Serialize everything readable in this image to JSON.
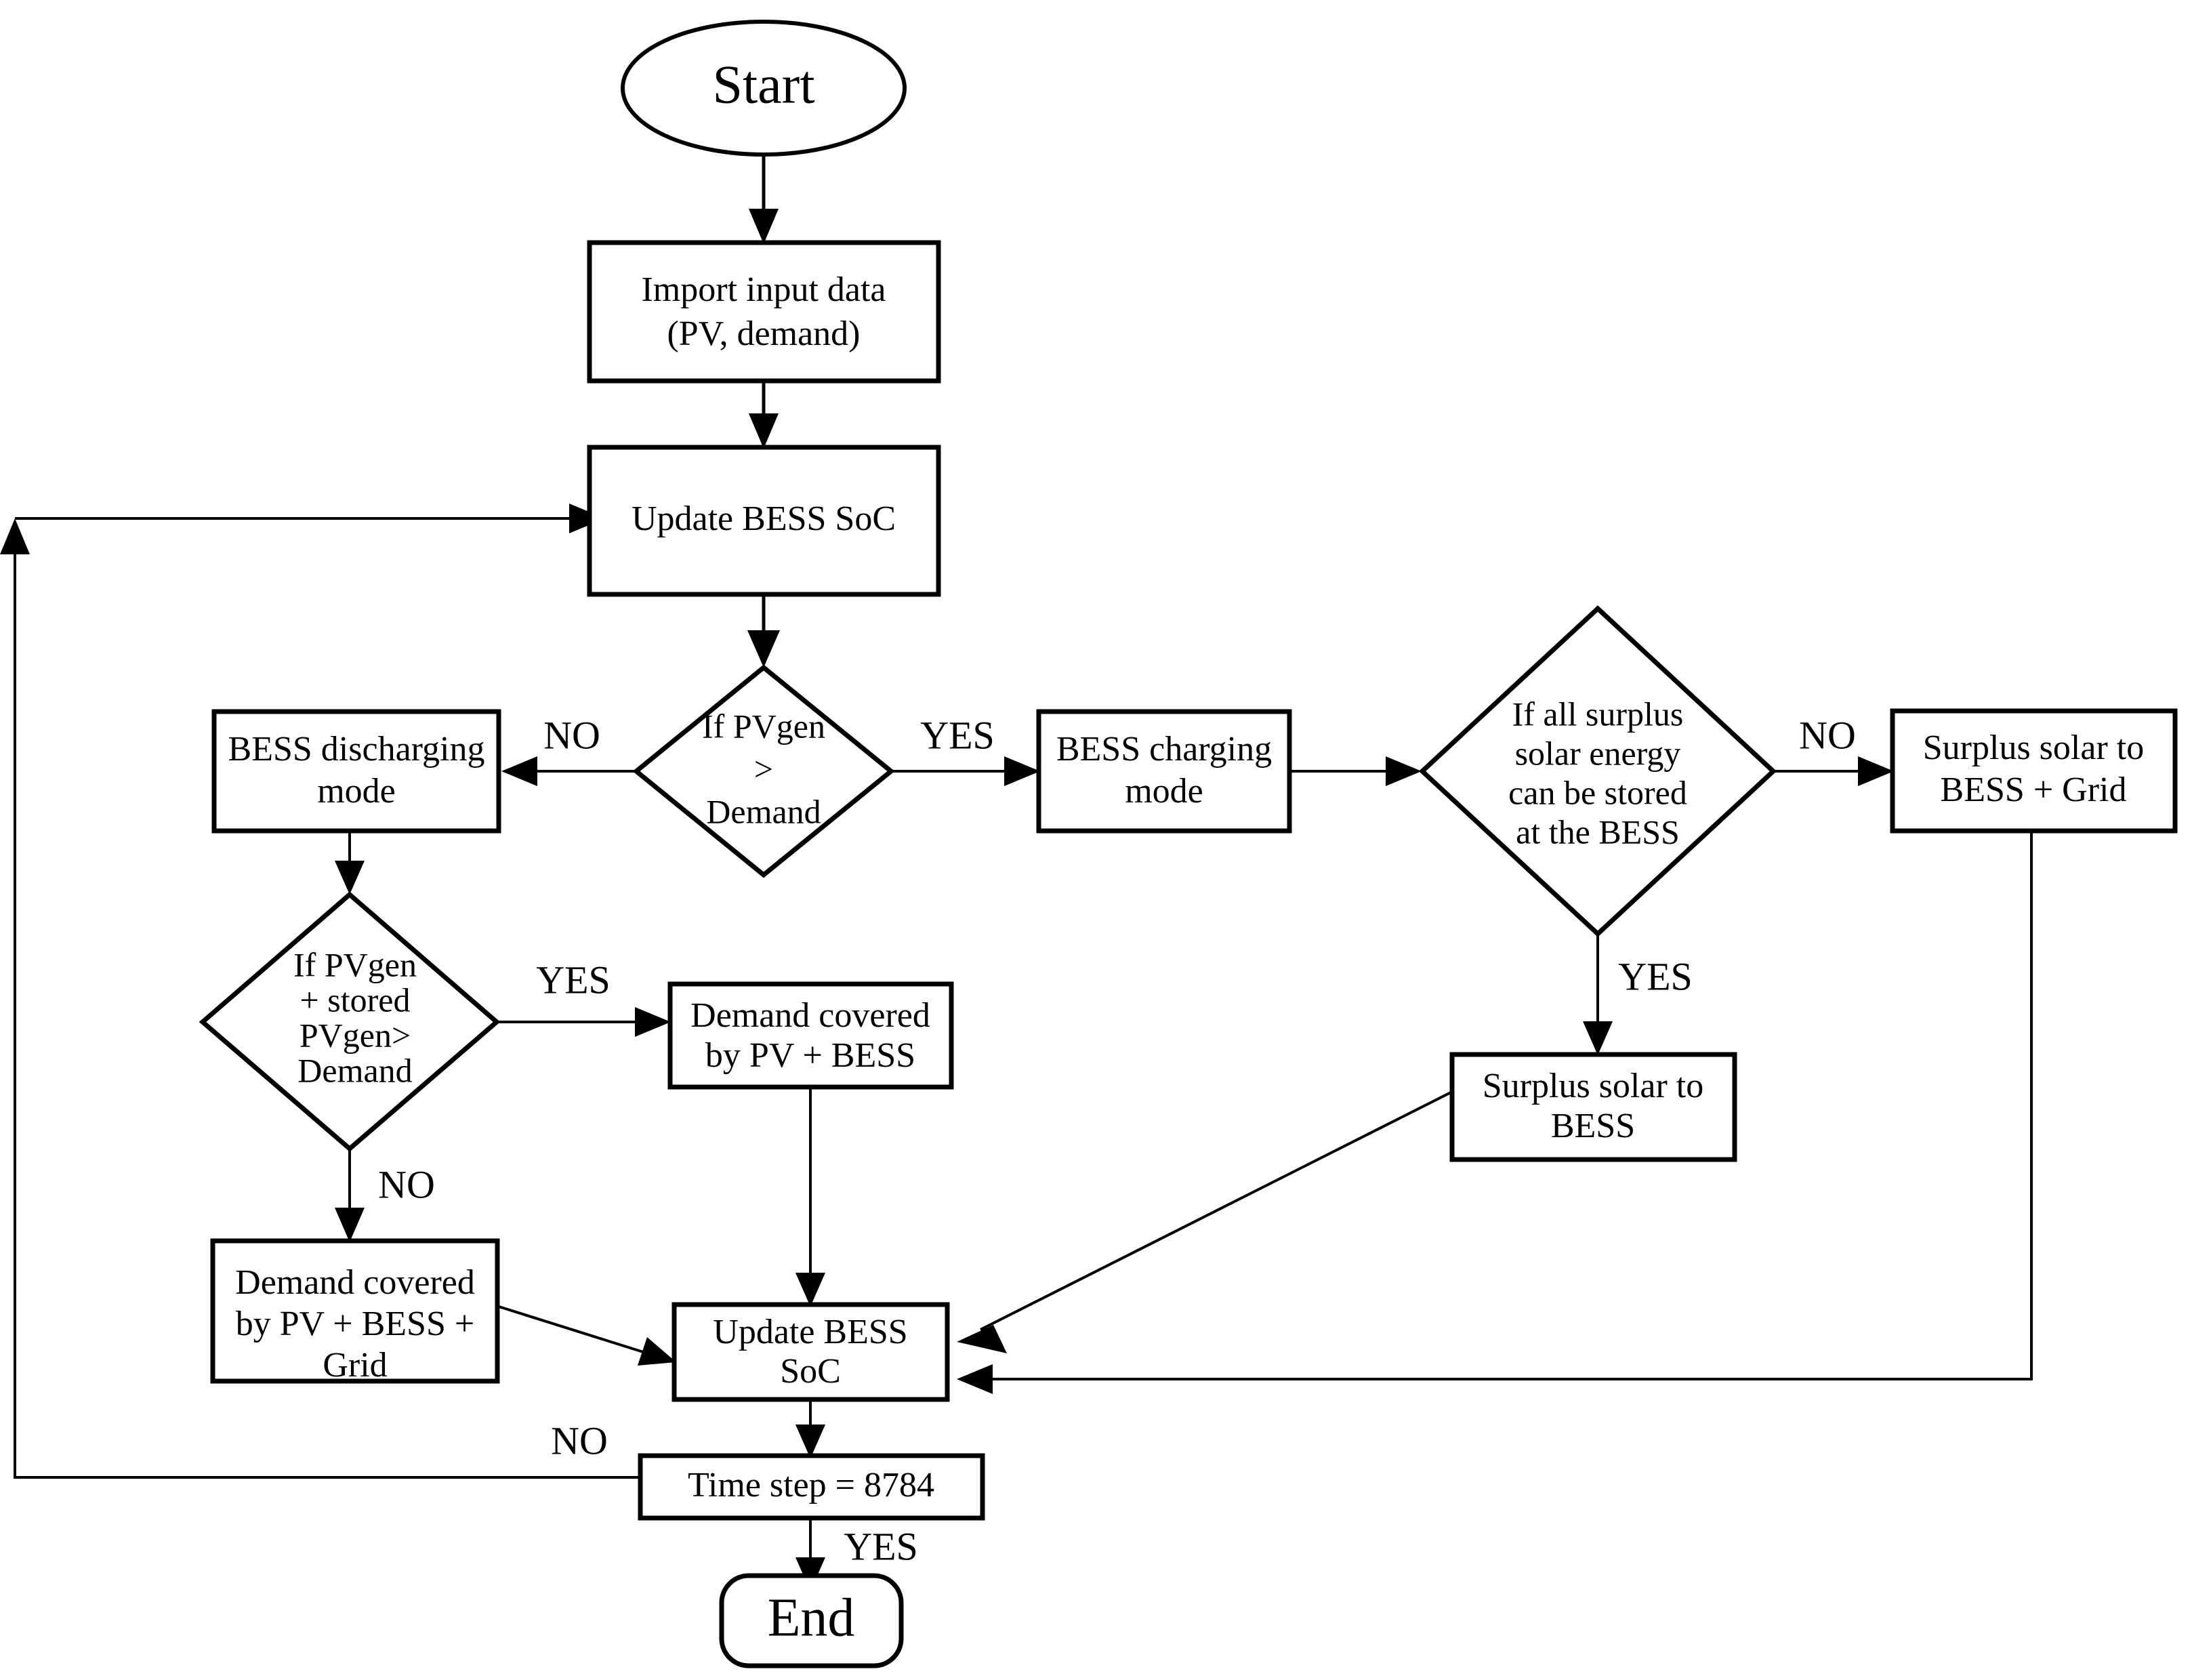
{
  "diagram": {
    "title": "BESS / PV energy dispatch simulation flowchart",
    "type": "flowchart",
    "background_color": "#ffffff",
    "line_color": "#000000"
  },
  "nodes": {
    "start": {
      "label": "Start",
      "shape": "ellipse"
    },
    "import_input": {
      "line1": "Import input data",
      "line2": "(PV, demand)",
      "shape": "process"
    },
    "update_soc_top": {
      "line1": "Update BESS SoC",
      "shape": "process"
    },
    "decision_pv_gt_demand": {
      "line1": "If PVgen",
      "line2": ">",
      "line3": "Demand",
      "shape": "decision"
    },
    "bess_discharging": {
      "line1": "BESS discharging",
      "line2": "mode",
      "shape": "process"
    },
    "bess_charging": {
      "line1": "BESS charging",
      "line2": "mode",
      "shape": "process"
    },
    "decision_pv_stored": {
      "line1": "If PVgen",
      "line2": "+ stored",
      "line3": "PVgen>",
      "line4": "Demand",
      "shape": "decision"
    },
    "decision_surplus_stored": {
      "line1": "If all surplus",
      "line2": "solar energy",
      "line3": "can be stored",
      "line4": "at the BESS",
      "shape": "decision"
    },
    "surplus_bess_grid": {
      "line1": "Surplus solar to",
      "line2": "BESS + Grid",
      "shape": "process"
    },
    "surplus_bess": {
      "line1": "Surplus solar to",
      "line2": "BESS",
      "shape": "process"
    },
    "demand_pv_bess": {
      "line1": "Demand covered",
      "line2": "by PV + BESS",
      "shape": "process"
    },
    "demand_pv_bess_grid": {
      "line1": "Demand covered",
      "line2": "by PV + BESS +",
      "line3": "Grid",
      "shape": "process"
    },
    "update_soc_bottom": {
      "line1": "Update BESS",
      "line2": "SoC",
      "shape": "process"
    },
    "time_step": {
      "line1": "Time step = 8784",
      "shape": "process"
    },
    "end": {
      "label": "End",
      "shape": "terminator"
    }
  },
  "edge_labels": {
    "pv_gt_demand_no": "NO",
    "pv_gt_demand_yes": "YES",
    "pv_stored_yes": "YES",
    "pv_stored_no": "NO",
    "surplus_no": "NO",
    "surplus_yes": "YES",
    "time_step_no": "NO",
    "time_step_yes": "YES"
  },
  "chart_data": {
    "type": "table",
    "title": "BESS / PV energy dispatch simulation flowchart",
    "categories": [
      "node",
      "text",
      "shape"
    ],
    "values": [
      [
        "start",
        "Start",
        "ellipse"
      ],
      [
        "import_input",
        "Import input data (PV, demand)",
        "process"
      ],
      [
        "update_soc_top",
        "Update BESS SoC",
        "process"
      ],
      [
        "decision_pv_gt_demand",
        "If PVgen > Demand",
        "decision"
      ],
      [
        "bess_discharging",
        "BESS discharging mode",
        "process"
      ],
      [
        "bess_charging",
        "BESS charging mode",
        "process"
      ],
      [
        "decision_pv_stored",
        "If PVgen + stored PVgen> Demand",
        "decision"
      ],
      [
        "decision_surplus_stored",
        "If all surplus solar energy can be stored at the BESS",
        "decision"
      ],
      [
        "surplus_bess_grid",
        "Surplus solar to BESS + Grid",
        "process"
      ],
      [
        "surplus_bess",
        "Surplus solar to BESS",
        "process"
      ],
      [
        "demand_pv_bess",
        "Demand covered by PV + BESS",
        "process"
      ],
      [
        "demand_pv_bess_grid",
        "Demand covered by PV + BESS + Grid",
        "process"
      ],
      [
        "update_soc_bottom",
        "Update BESS SoC",
        "process"
      ],
      [
        "time_step",
        "Time step = 8784",
        "process"
      ],
      [
        "end",
        "End",
        "terminator"
      ]
    ],
    "edges": [
      [
        "start",
        "import_input",
        ""
      ],
      [
        "import_input",
        "update_soc_top",
        ""
      ],
      [
        "update_soc_top",
        "decision_pv_gt_demand",
        ""
      ],
      [
        "decision_pv_gt_demand",
        "bess_discharging",
        "NO"
      ],
      [
        "decision_pv_gt_demand",
        "bess_charging",
        "YES"
      ],
      [
        "bess_discharging",
        "decision_pv_stored",
        ""
      ],
      [
        "bess_charging",
        "decision_surplus_stored",
        ""
      ],
      [
        "decision_surplus_stored",
        "surplus_bess_grid",
        "NO"
      ],
      [
        "decision_surplus_stored",
        "surplus_bess",
        "YES"
      ],
      [
        "decision_pv_stored",
        "demand_pv_bess",
        "YES"
      ],
      [
        "decision_pv_stored",
        "demand_pv_bess_grid",
        "NO"
      ],
      [
        "demand_pv_bess",
        "update_soc_bottom",
        ""
      ],
      [
        "demand_pv_bess_grid",
        "update_soc_bottom",
        ""
      ],
      [
        "surplus_bess",
        "update_soc_bottom",
        ""
      ],
      [
        "surplus_bess_grid",
        "update_soc_bottom",
        ""
      ],
      [
        "update_soc_bottom",
        "time_step",
        ""
      ],
      [
        "time_step",
        "update_soc_top",
        "NO"
      ],
      [
        "time_step",
        "end",
        "YES"
      ]
    ],
    "xlabel": "",
    "ylabel": "",
    "grid": false,
    "legend": "none"
  }
}
